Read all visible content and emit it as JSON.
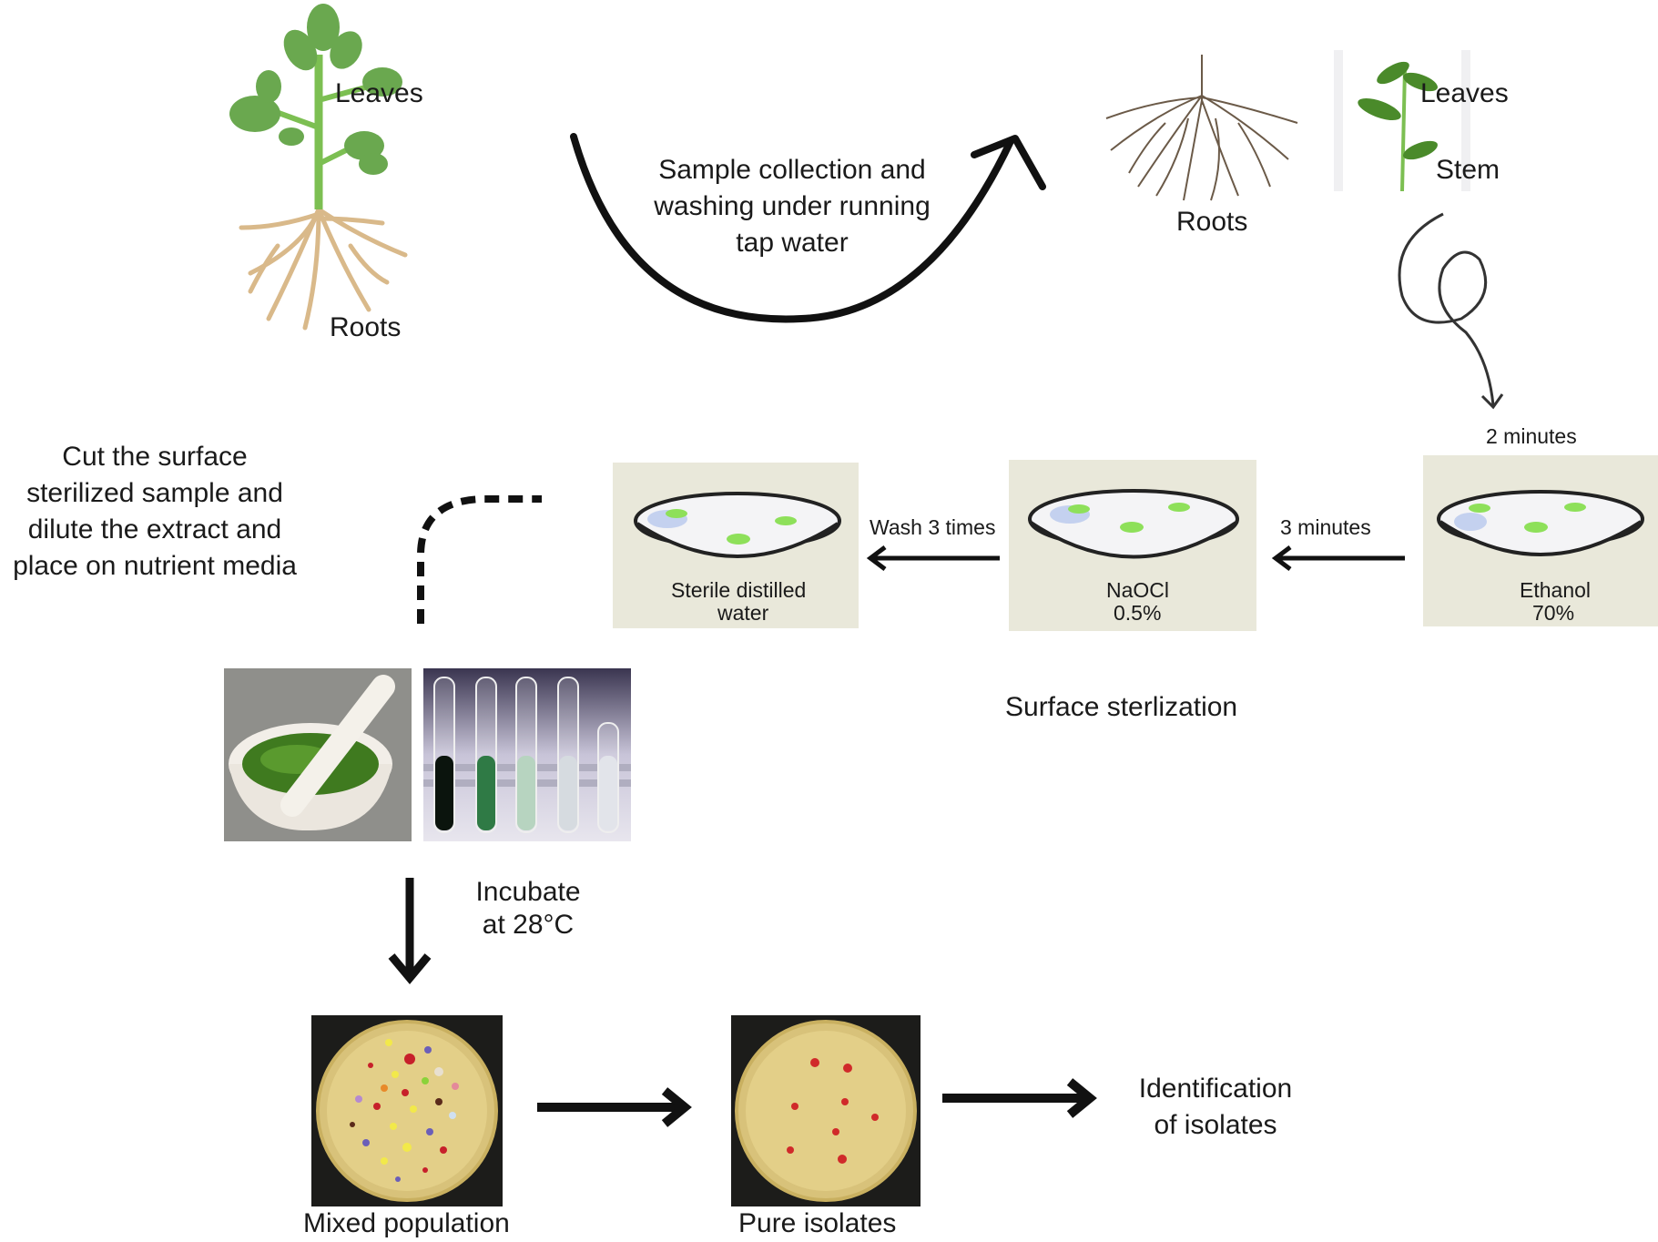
{
  "top": {
    "plant_leaves_label": "Leaves",
    "plant_roots_label": "Roots",
    "collection_text": [
      "Sample collection and",
      "washing under running",
      "tap water"
    ],
    "parts_roots_label": "Roots",
    "parts_leaves_label": "Leaves",
    "parts_stem_label": "Stem"
  },
  "sterilization": {
    "title": "Surface sterlization",
    "steps": [
      {
        "id": "ethanol",
        "line1": "Ethanol",
        "line2": "70%",
        "time_label": "2 minutes"
      },
      {
        "id": "naocl",
        "line1": "NaOCl",
        "line2": "0.5%",
        "time_label": "3 minutes"
      },
      {
        "id": "water",
        "line1": "Sterile distilled",
        "line2": "water",
        "time_label": "Wash 3 times"
      }
    ]
  },
  "extraction": {
    "text": [
      "Cut the surface",
      "sterilized sample and",
      "dilute the extract and",
      "place on nutrient media"
    ]
  },
  "incubation": {
    "text": [
      "Incubate",
      "at 28°C"
    ]
  },
  "results": {
    "mixed_label": "Mixed population",
    "pure_label": "Pure isolates",
    "identification_text": [
      "Identification",
      "of isolates"
    ]
  },
  "colors": {
    "leaf_green": "#6aa84f",
    "root_tan": "#d9b98a",
    "panel_bg": "#e9e8da",
    "agar": "#e0c878",
    "arrow": "#111111"
  },
  "icons": [
    "plant-icon",
    "roots-icon",
    "sprig-icon",
    "curved-arrow-icon",
    "loop-arrow-icon",
    "petri-dish-icon",
    "mortar-pestle-icon",
    "test-tubes-icon",
    "agar-plate-icon"
  ]
}
